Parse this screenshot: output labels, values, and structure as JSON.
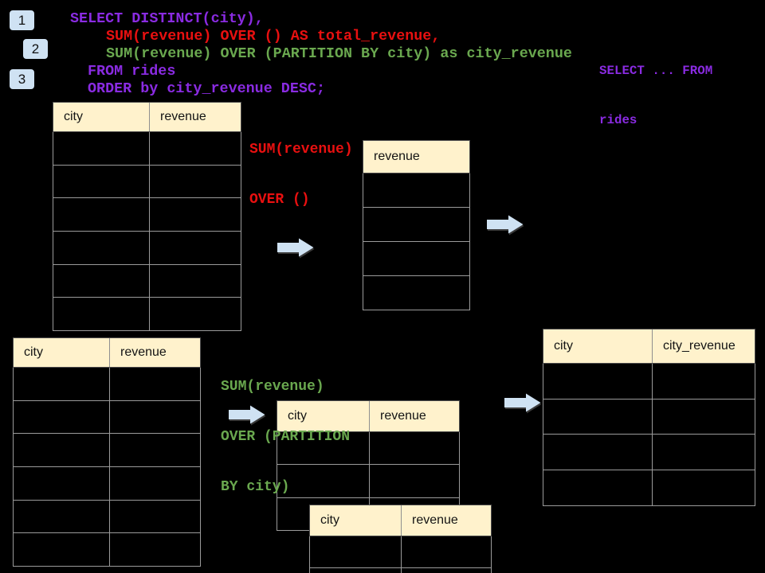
{
  "colors": {
    "purple": "#8a2be2",
    "red": "#e81010",
    "green": "#6aa84f",
    "cream": "#fff2cc",
    "lightblue": "#cfe2f3",
    "grid": "#9b9b9b",
    "headerborder": "#4d4d4d"
  },
  "badges": [
    "1",
    "2",
    "3"
  ],
  "sql": {
    "line1": "SELECT DISTINCT(city),",
    "line2": "SUM(revenue) OVER () AS total_revenue,",
    "line3": "SUM(revenue) OVER (PARTITION BY city) as city_revenue",
    "line4": "FROM rides",
    "line5": "ORDER by city_revenue DESC;"
  },
  "side_note": {
    "line1": "SELECT ... FROM",
    "line2": "rides"
  },
  "annotations": {
    "total": {
      "line1": "SUM(revenue)",
      "line2": "OVER ()"
    },
    "partition": {
      "line1": "SUM(revenue)",
      "line2": "OVER (PARTITION",
      "line3": "BY city)"
    }
  },
  "tables": {
    "source_top": {
      "columns": [
        "city",
        "revenue"
      ]
    },
    "total_revenue": {
      "columns": [
        "revenue"
      ]
    },
    "source_bottom": {
      "columns": [
        "city",
        "revenue"
      ]
    },
    "partition_mid": {
      "columns": [
        "city",
        "revenue"
      ]
    },
    "partition_overlap": {
      "columns": [
        "city",
        "revenue"
      ]
    },
    "city_revenue": {
      "columns": [
        "city",
        "city_revenue"
      ]
    }
  },
  "icons": {
    "flow_arrow": "right-arrow"
  }
}
